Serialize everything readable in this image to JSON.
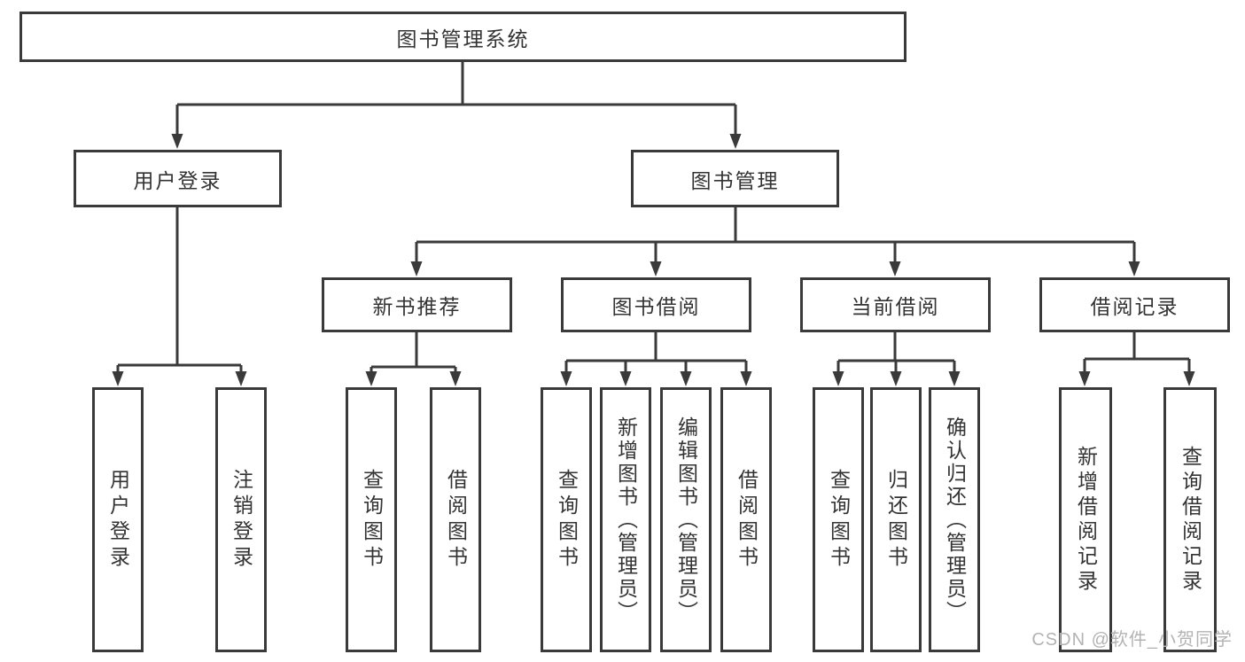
{
  "diagram": {
    "title": "图书管理系统",
    "watermark": "CSDN @软件_小贺同学",
    "accent_color": "#3a3a3a",
    "level2": [
      {
        "id": "user-login",
        "label": "用户登录"
      },
      {
        "id": "book-management",
        "label": "图书管理"
      }
    ],
    "level3": [
      {
        "id": "new-book-recommend",
        "label": "新书推荐"
      },
      {
        "id": "book-borrowing",
        "label": "图书借阅"
      },
      {
        "id": "current-borrowing",
        "label": "当前借阅"
      },
      {
        "id": "borrowing-records",
        "label": "借阅记录"
      }
    ],
    "leaves": [
      {
        "id": "user-login",
        "parent": "user-login",
        "label": "用户登录"
      },
      {
        "id": "logout",
        "parent": "user-login",
        "label": "注销登录"
      },
      {
        "id": "query-books-1",
        "parent": "new-book-recommend",
        "label": "查询图书"
      },
      {
        "id": "borrow-books-1",
        "parent": "new-book-recommend",
        "label": "借阅图书"
      },
      {
        "id": "query-books-2",
        "parent": "book-borrowing",
        "label": "查询图书"
      },
      {
        "id": "add-books-admin",
        "parent": "book-borrowing",
        "label": "新增图书（管理员）"
      },
      {
        "id": "edit-books-admin",
        "parent": "book-borrowing",
        "label": "编辑图书（管理员）"
      },
      {
        "id": "borrow-books-2",
        "parent": "book-borrowing",
        "label": "借阅图书"
      },
      {
        "id": "query-books-3",
        "parent": "current-borrowing",
        "label": "查询图书"
      },
      {
        "id": "return-books",
        "parent": "current-borrowing",
        "label": "归还图书"
      },
      {
        "id": "confirm-return-admin",
        "parent": "current-borrowing",
        "label": "确认归还（管理员）"
      },
      {
        "id": "add-borrow-record",
        "parent": "borrowing-records",
        "label": "新增借阅记录"
      },
      {
        "id": "query-borrow-record",
        "parent": "borrowing-records",
        "label": "查询借阅记录"
      }
    ]
  }
}
